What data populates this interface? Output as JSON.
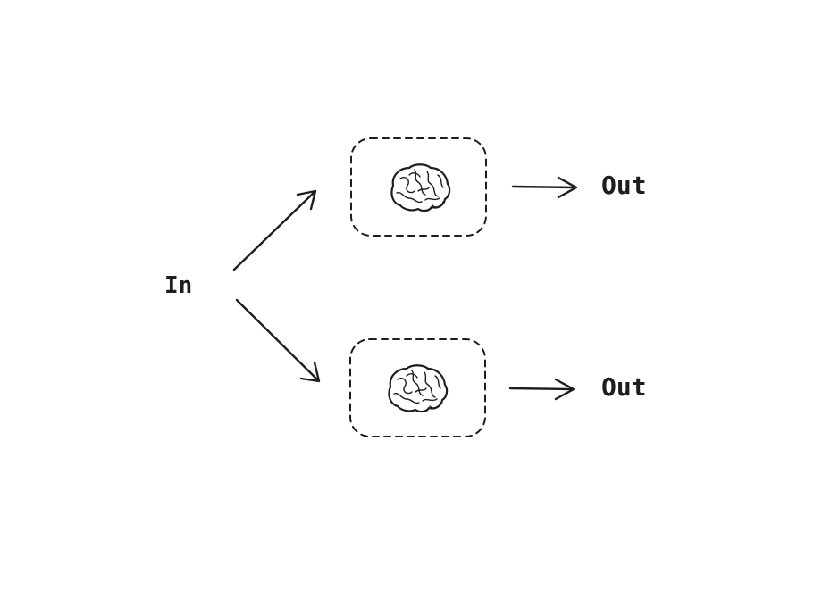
{
  "input_label": "In",
  "branches": [
    {
      "icon": "brain-icon",
      "output_label": "Out"
    },
    {
      "icon": "brain-icon",
      "output_label": "Out"
    }
  ],
  "colors": {
    "stroke": "#1e1e1e",
    "background": "#ffffff"
  }
}
